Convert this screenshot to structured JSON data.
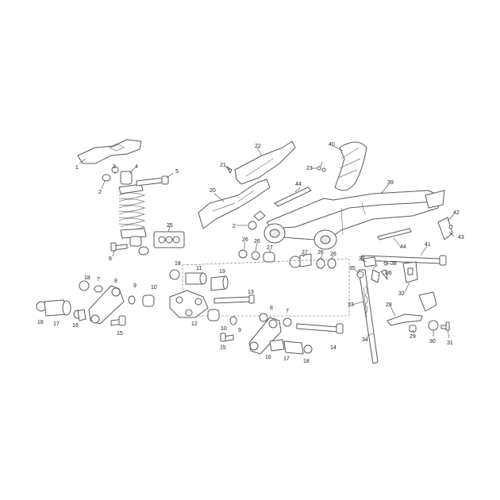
{
  "callouts": [
    {
      "id": "c1",
      "text": "1"
    },
    {
      "id": "c2",
      "text": "2"
    },
    {
      "id": "c3",
      "text": "3"
    },
    {
      "id": "c4",
      "text": "4"
    },
    {
      "id": "c5",
      "text": "5"
    },
    {
      "id": "c6",
      "text": "6"
    },
    {
      "id": "c7a",
      "text": "7"
    },
    {
      "id": "c7b",
      "text": "7"
    },
    {
      "id": "c8a",
      "text": "8"
    },
    {
      "id": "c8b",
      "text": "8"
    },
    {
      "id": "c9a",
      "text": "9"
    },
    {
      "id": "c9b",
      "text": "9"
    },
    {
      "id": "c10a",
      "text": "10"
    },
    {
      "id": "c10b",
      "text": "10"
    },
    {
      "id": "c11",
      "text": "11"
    },
    {
      "id": "c12",
      "text": "12"
    },
    {
      "id": "c13",
      "text": "13"
    },
    {
      "id": "c14",
      "text": "14"
    },
    {
      "id": "c15a",
      "text": "15"
    },
    {
      "id": "c15b",
      "text": "15"
    },
    {
      "id": "c16a",
      "text": "16"
    },
    {
      "id": "c16b",
      "text": "16"
    },
    {
      "id": "c17a",
      "text": "17"
    },
    {
      "id": "c17b",
      "text": "17"
    },
    {
      "id": "c18a",
      "text": "18"
    },
    {
      "id": "c18b",
      "text": "18"
    },
    {
      "id": "c18c",
      "text": "18"
    },
    {
      "id": "c18d",
      "text": "18"
    },
    {
      "id": "c19",
      "text": "19"
    },
    {
      "id": "c20",
      "text": "20"
    },
    {
      "id": "c21",
      "text": "21"
    },
    {
      "id": "c22",
      "text": "22"
    },
    {
      "id": "c23",
      "text": "23"
    },
    {
      "id": "c25",
      "text": "25"
    },
    {
      "id": "c26a",
      "text": "26"
    },
    {
      "id": "c26b",
      "text": "26"
    },
    {
      "id": "c26c",
      "text": "26"
    },
    {
      "id": "c26d",
      "text": "26"
    },
    {
      "id": "c27a",
      "text": "27"
    },
    {
      "id": "c27b",
      "text": "27"
    },
    {
      "id": "c28",
      "text": "28"
    },
    {
      "id": "c29",
      "text": "29"
    },
    {
      "id": "c30",
      "text": "30"
    },
    {
      "id": "c31",
      "text": "31"
    },
    {
      "id": "c32",
      "text": "32"
    },
    {
      "id": "c33",
      "text": "33"
    },
    {
      "id": "c34",
      "text": "34"
    },
    {
      "id": "c35",
      "text": "35"
    },
    {
      "id": "c36",
      "text": "36"
    },
    {
      "id": "c37",
      "text": "37"
    },
    {
      "id": "c38",
      "text": "38"
    },
    {
      "id": "c39",
      "text": "39"
    },
    {
      "id": "c40",
      "text": "40"
    },
    {
      "id": "c41",
      "text": "41"
    },
    {
      "id": "c42",
      "text": "42"
    },
    {
      "id": "c43",
      "text": "43"
    },
    {
      "id": "c44a",
      "text": "44"
    },
    {
      "id": "c44b",
      "text": "44"
    },
    {
      "id": "c2b",
      "text": "2"
    }
  ]
}
